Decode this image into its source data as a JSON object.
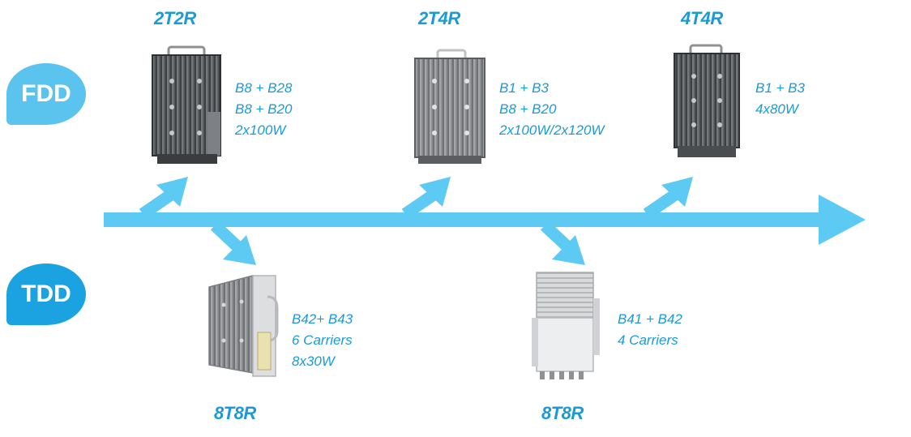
{
  "categories": {
    "fdd": "FDD",
    "tdd": "TDD"
  },
  "fdd_units": [
    {
      "model": "2T2R",
      "specs": [
        "B8 + B28",
        "B8 + B20",
        "2x100W"
      ]
    },
    {
      "model": "2T4R",
      "specs": [
        "B1 + B3",
        "B8 + B20",
        "2x100W/2x120W"
      ]
    },
    {
      "model": "4T4R",
      "specs": [
        "B1 + B3",
        "4x80W"
      ]
    }
  ],
  "tdd_units": [
    {
      "model": "8T8R",
      "specs": [
        "B42+ B43",
        "6 Carriers",
        "8x30W"
      ]
    },
    {
      "model": "8T8R",
      "specs": [
        "B41 + B42",
        "4 Carriers"
      ]
    }
  ],
  "colors": {
    "arrow": "#5ccaf2",
    "text": "#1a9bd7",
    "badge_fdd": "#5ac3ee",
    "badge_tdd": "#1aa3e0"
  },
  "icons": {
    "product": "radio-unit-icon",
    "timeline": "timeline-arrow-icon"
  }
}
